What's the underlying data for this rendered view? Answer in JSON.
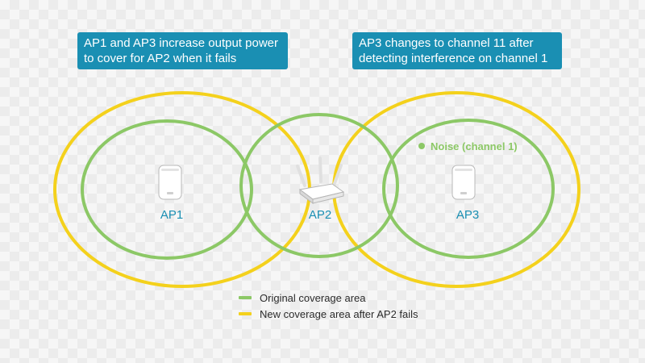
{
  "callouts": {
    "left": "AP1 and AP3 increase output power to cover for AP2 when it fails",
    "right": "AP3 changes to channel 11 after detecting interference on channel 1"
  },
  "access_points": {
    "ap1": "AP1",
    "ap2": "AP2",
    "ap3": "AP3"
  },
  "noise_label": "Noise (channel 1)",
  "legend": {
    "original": "Original coverage area",
    "new": "New coverage area after AP2 fails"
  },
  "colors": {
    "original_coverage": "#8cc866",
    "new_coverage": "#f4d11c",
    "callout_background": "#1a8fb3",
    "ap_label": "#1a8fb3"
  }
}
